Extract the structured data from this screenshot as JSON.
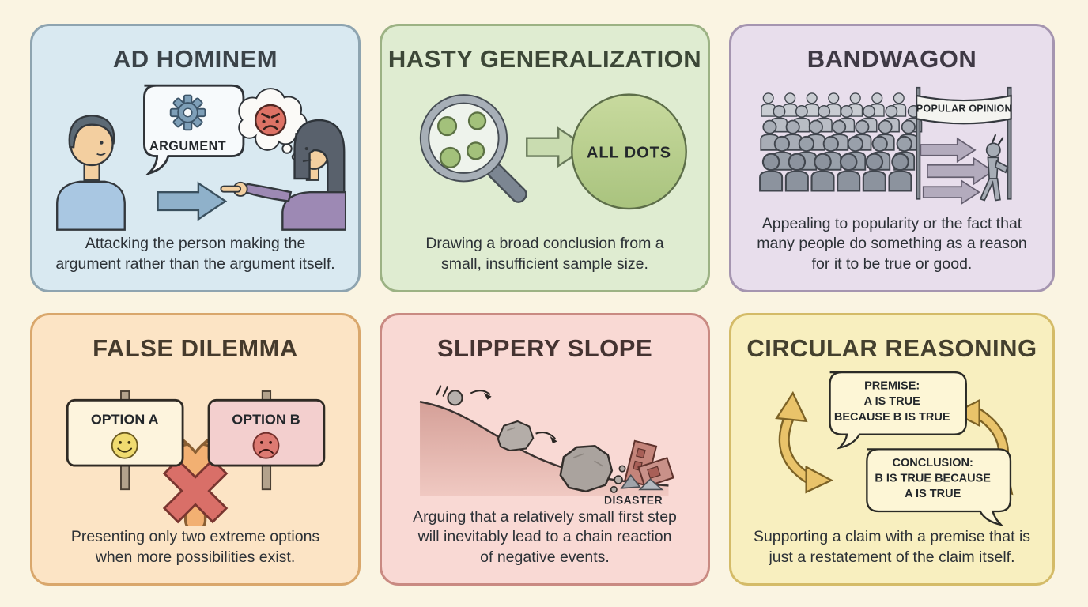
{
  "page": {
    "background_color": "#faf4e2",
    "description": "Infographic of six logical fallacies in a 2x3 grid"
  },
  "panels": [
    {
      "id": "ad-hominem",
      "title": "AD HOMINEM",
      "caption_lines": [
        "Attacking the person making the",
        "argument rather than the argument itself."
      ],
      "labels": {
        "speech_bubble": "ARGUMENT"
      },
      "icons": [
        "man-figure",
        "speech-bubble",
        "gear-icon",
        "arrow-right-icon",
        "thought-bubble",
        "angry-face-icon",
        "woman-figure",
        "pointing-hand-icon"
      ],
      "colors": {
        "bg": "#d9e9f1",
        "border": "#8ea4b0",
        "title": "#3b4349",
        "arrow": "#8fb1ca",
        "shirt_left": "#a9c7e2",
        "shirt_right": "#9d89b4",
        "angry_face": "#dd7265"
      }
    },
    {
      "id": "hasty-generalization",
      "title": "HASTY GENERALIZATION",
      "caption_lines": [
        "Drawing a broad conclusion from a",
        "small, insufficient sample size."
      ],
      "labels": {
        "circle": "ALL DOTS"
      },
      "icons": [
        "magnifying-glass-icon",
        "sample-dots",
        "arrow-right-icon",
        "all-dots-circle"
      ],
      "colors": {
        "bg": "#dfecd1",
        "border": "#9cb284",
        "title": "#3c4737",
        "dots": "#a3c17b",
        "arrow": "#c9dcb0",
        "big_circle": "#b4c98c"
      }
    },
    {
      "id": "bandwagon",
      "title": "BANDWAGON",
      "caption_lines": [
        "Appealing to popularity or the fact that",
        "many people do something as a reason",
        "for it to be true or good."
      ],
      "labels": {
        "banner": "POPULAR OPINION"
      },
      "icons": [
        "crowd-figures",
        "banner-flag",
        "arrow-right-icon",
        "walking-person-figure",
        "surprise-marks-icon"
      ],
      "colors": {
        "bg": "#e8deec",
        "border": "#a595b0",
        "title": "#3f3945",
        "crowd": "#9aa1ab",
        "arrows": "#b3abbd"
      }
    },
    {
      "id": "false-dilemma",
      "title": "FALSE DILEMMA",
      "caption_lines": [
        "Presenting only two extreme options",
        "when more possibilities exist."
      ],
      "labels": {
        "sign_a": "OPTION A",
        "sign_b": "OPTION B"
      },
      "icons": [
        "sign-post-a",
        "smiley-face-icon",
        "sign-post-b",
        "sad-face-icon",
        "fork-arrow-icon",
        "red-x-icon"
      ],
      "colors": {
        "bg": "#fce4c5",
        "border": "#d9a76c",
        "title": "#453a2c",
        "sign_a_bg": "#fdf4dd",
        "sign_b_bg": "#f3cfce",
        "smiley": "#f0db70",
        "sad": "#dd7a72",
        "fork_arrow": "#f2b072",
        "x_mark": "#d96f68"
      }
    },
    {
      "id": "slippery-slope",
      "title": "SLIPPERY SLOPE",
      "caption_lines": [
        "Arguing that a relatively small first step",
        "will inevitably lead to a chain reaction",
        "of negative events."
      ],
      "labels": {
        "disaster": "DISASTER"
      },
      "icons": [
        "slope-hill",
        "small-ball-icon",
        "rock-icon",
        "boulder-icon",
        "curved-arrow-icon",
        "ruined-buildings-icon",
        "rubble-icon"
      ],
      "colors": {
        "bg": "#f9d9d4",
        "border": "#c98a82",
        "title": "#443331",
        "slope_fill": "#d5a098",
        "rocks": "#b0a9a4",
        "buildings": "#c4847a"
      }
    },
    {
      "id": "circular-reasoning",
      "title": "CIRCULAR REASONING",
      "caption_lines": [
        "Supporting a claim with a premise that is",
        "just a restatement of the claim itself."
      ],
      "labels": {
        "premise_lines": [
          "PREMISE:",
          "A IS TRUE",
          "BECAUSE B IS TRUE"
        ],
        "conclusion_lines": [
          "CONCLUSION:",
          "B IS TRUE BECAUSE",
          "A IS TRUE"
        ]
      },
      "icons": [
        "premise-speech-bubble",
        "conclusion-speech-bubble",
        "curved-cycle-arrow-left-icon",
        "curved-cycle-arrow-right-icon"
      ],
      "colors": {
        "bg": "#f8efbf",
        "border": "#d4bb68",
        "title": "#44402e",
        "bubble_bg": "#fdf6d6",
        "cycle_arrows": "#e9c36a"
      }
    }
  ]
}
